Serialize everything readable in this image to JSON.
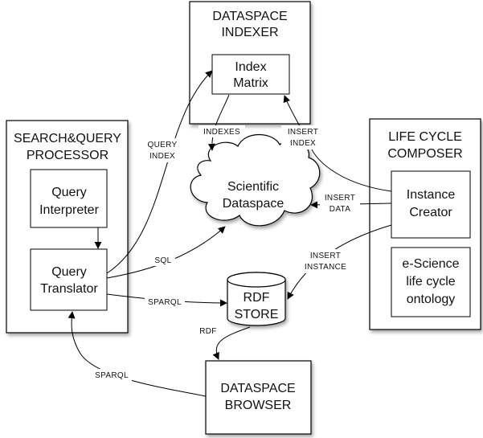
{
  "indexer": {
    "title_lines": [
      "DATASPACE",
      "INDEXER"
    ],
    "inner_lines": [
      "Index",
      "Matrix"
    ]
  },
  "search": {
    "title_lines": [
      "SEARCH&QUERY",
      "PROCESSOR"
    ],
    "interpreter_lines": [
      "Query",
      "Interpreter"
    ],
    "translator_lines": [
      "Query",
      "Translator"
    ]
  },
  "lifecycle": {
    "title_lines": [
      "LIFE CYCLE",
      "COMPOSER"
    ],
    "creator_lines": [
      "Instance",
      "Creator"
    ],
    "ontology_lines": [
      "e-Science",
      "life cycle",
      "ontology"
    ]
  },
  "cloud": {
    "lines": [
      "Scientific",
      "Dataspace"
    ]
  },
  "rdf_store": {
    "lines": [
      "RDF",
      "STORE"
    ]
  },
  "browser": {
    "lines": [
      "DATASPACE",
      "BROWSER"
    ]
  },
  "edge_labels": {
    "indexes": [
      "INDEXES"
    ],
    "insert_index": [
      "INSERT",
      "INDEX"
    ],
    "query_index": [
      "QUERY",
      "INDEX"
    ],
    "insert_data": [
      "INSERT",
      "DATA"
    ],
    "insert_instance": [
      "INSERT",
      "INSTANCE"
    ],
    "sql": [
      "SQL"
    ],
    "sparql_store": [
      "SPARQL"
    ],
    "rdf": [
      "RDF"
    ],
    "sparql_browser": [
      "SPARQL"
    ]
  }
}
